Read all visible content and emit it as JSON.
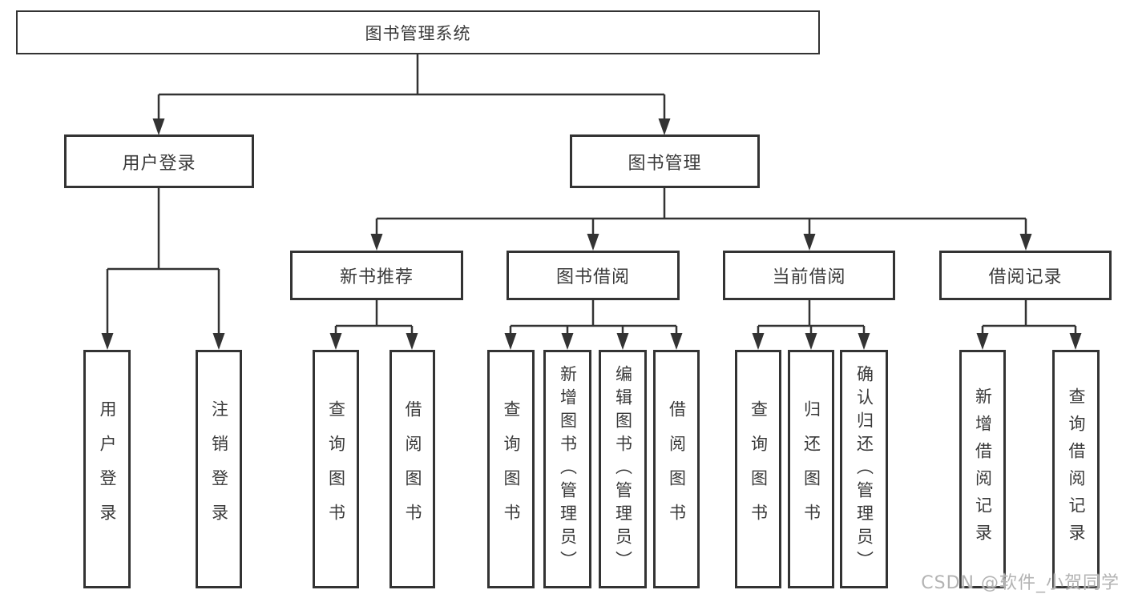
{
  "diagram": {
    "root": {
      "label": "图书管理系统",
      "children": [
        {
          "label": "用户登录",
          "children": [
            {
              "label": "用户登录"
            },
            {
              "label": "注销登录"
            }
          ]
        },
        {
          "label": "图书管理",
          "children": [
            {
              "label": "新书推荐",
              "children": [
                {
                  "label": "查询图书"
                },
                {
                  "label": "借阅图书"
                }
              ]
            },
            {
              "label": "图书借阅",
              "children": [
                {
                  "label": "查询图书"
                },
                {
                  "label": "新增图书（管理员）"
                },
                {
                  "label": "编辑图书（管理员）"
                },
                {
                  "label": "借阅图书"
                }
              ]
            },
            {
              "label": "当前借阅",
              "children": [
                {
                  "label": "查询图书"
                },
                {
                  "label": "归还图书"
                },
                {
                  "label": "确认归还（管理员）"
                }
              ]
            },
            {
              "label": "借阅记录",
              "children": [
                {
                  "label": "新增借阅记录"
                },
                {
                  "label": "查询借阅记录"
                }
              ]
            }
          ]
        }
      ]
    }
  },
  "watermark": {
    "text": "CSDN @软件_小贺同学"
  },
  "colors": {
    "line": "#333333",
    "text": "#3a3a3a",
    "box_background": "#ffffff",
    "watermark": "#b3b3b3",
    "background": "#ffffff"
  }
}
